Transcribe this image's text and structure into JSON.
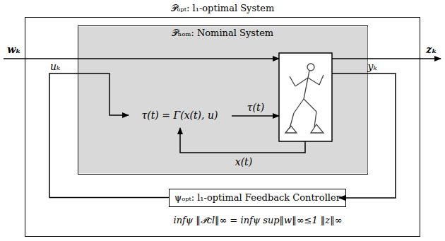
{
  "diagram": {
    "nodes": [
      {
        "text": [
          "𝒫ₒₚₜ: l₁-optimal System"
        ]
      },
      {
        "text": [
          "𝒫ₙₒₘ: Nominal System"
        ],
        "in": 0
      },
      {
        "text": [
          "τ(t) = Γ(x(t), u)"
        ],
        "in": 1
      },
      {
        "text": [
          "ψₒₚₜ: l₁-optimal Feedback Controller"
        ],
        "in": 0
      }
    ],
    "edges": [
      {
        "from": 3,
        "to": 2,
        "arrow": "to"
      }
    ],
    "labels": [
      "wₖ",
      "uₖ",
      "zₖ",
      "yₖ",
      "τ(t)",
      "x(t)",
      "infψ ‖𝒫cl‖∞ = infψ sup‖w‖∞≤1 ‖z‖∞"
    ]
  }
}
